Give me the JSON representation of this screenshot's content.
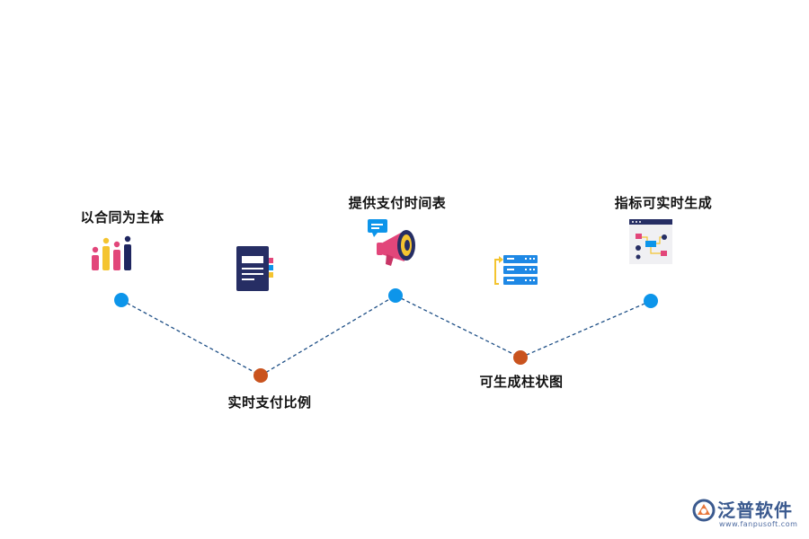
{
  "nodes": [
    {
      "label": "以合同为主体",
      "color": "#0d95ea"
    },
    {
      "label": "实时支付比例",
      "color": "#c9531e"
    },
    {
      "label": "提供支付时间表",
      "color": "#0d95ea"
    },
    {
      "label": "可生成柱状图",
      "color": "#c9531e"
    },
    {
      "label": "指标可实时生成",
      "color": "#0d95ea"
    }
  ],
  "icons": [
    "bar-chart-icon",
    "document-icon",
    "megaphone-icon",
    "server-icon",
    "flowchart-icon"
  ],
  "logo": {
    "name": "泛普软件",
    "url": "www.fanpusoft.com"
  }
}
